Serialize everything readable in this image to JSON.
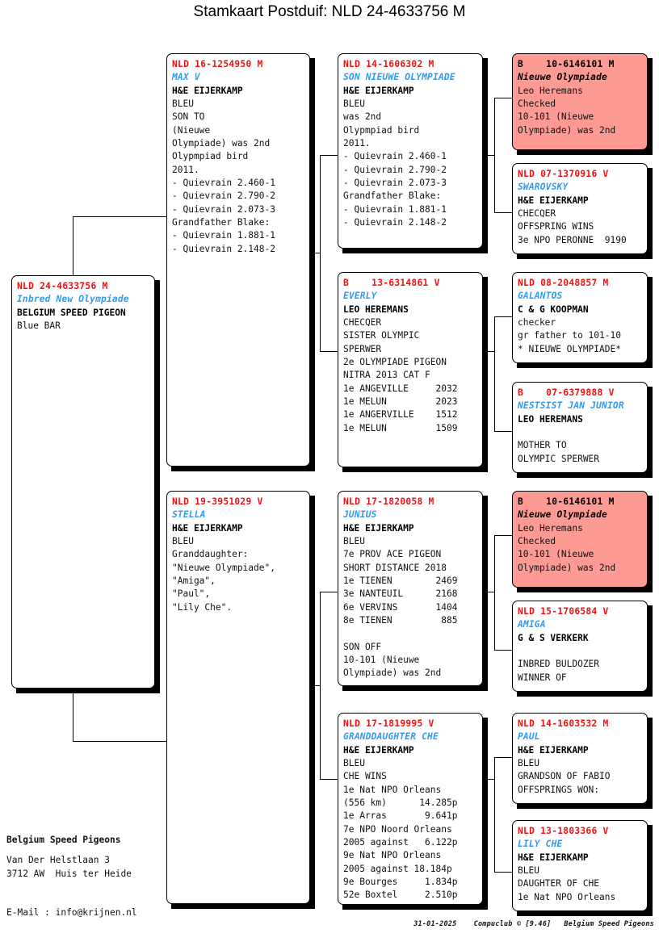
{
  "header": {
    "title": "Stamkaart Postduif: NLD 24-4633756 M"
  },
  "colors": {
    "id_red": "#ee1111",
    "nick_blue": "#3399ee",
    "highlight_pink": "#fc9a93",
    "text_black": "#111111"
  },
  "subject": {
    "id": "NLD 24-4633756 M",
    "nickname": "Inbred New Olympiade",
    "lines": [
      "BELGIUM SPEED PIGEON",
      "Blue BAR"
    ],
    "highlight": false
  },
  "generation2": [
    {
      "id": "NLD 16-1254950 M",
      "nickname": "MAX V",
      "lines": [
        "H&E EIJERKAMP",
        "BLEU",
        "SON TO",
        "(Nieuwe",
        "Olympiade) was 2nd",
        "Olypmpiad bird",
        "2011.",
        "- Quievrain 2.460-1",
        "- Quievrain 2.790-2",
        "- Quievrain 2.073-3",
        "Grandfather Blake:",
        "- Quievrain 1.881-1",
        "- Quievrain 2.148-2"
      ],
      "highlight": false
    },
    {
      "id": "NLD 19-3951029 V",
      "nickname": "STELLA",
      "lines": [
        "H&E EIJERKAMP",
        "BLEU",
        "Granddaughter:",
        "\"Nieuwe Olympiade\",",
        "\"Amiga\",",
        "\"Paul\",",
        "\"Lily Che\"."
      ],
      "highlight": false
    }
  ],
  "generation3": [
    {
      "id": "NLD 14-1606302 M",
      "nickname": "SON NIEUWE OLYMPIADE",
      "lines": [
        "H&E EIJERKAMP",
        "BLEU",
        "was 2nd",
        "Olypmpiad bird",
        "2011.",
        "- Quievrain 2.460-1",
        "- Quievrain 2.790-2",
        "- Quievrain 2.073-3",
        "Grandfather Blake:",
        "- Quievrain 1.881-1",
        "- Quievrain 2.148-2"
      ],
      "highlight": false
    },
    {
      "id": "B    13-6314861 V",
      "nickname": "EVERLY",
      "lines": [
        "LEO HEREMANS",
        "CHECQER",
        "SISTER OLYMPIC",
        "SPERWER",
        "2e OLYMPIADE PIGEON",
        "NITRA 2013 CAT F",
        "1e ANGEVILLE     2032",
        "1e MELUN         2023",
        "1e ANGERVILLE    1512",
        "1e MELUN         1509"
      ],
      "highlight": false
    },
    {
      "id": "NLD 17-1820058 M",
      "nickname": "JUNIUS",
      "lines": [
        "H&E EIJERKAMP",
        "BLEU",
        "7e PROV ACE PIGEON",
        "SHORT DISTANCE 2018",
        "1e TIENEN        2469",
        "3e NANTEUIL      2168",
        "6e VERVINS       1404",
        "8e TIENEN         885",
        "",
        "SON OFF",
        "10-101 (Nieuwe",
        "Olympiade) was 2nd"
      ],
      "highlight": false
    },
    {
      "id": "NLD 17-1819995 V",
      "nickname": "GRANDDAUGHTER CHE",
      "lines": [
        "H&E EIJERKAMP",
        "BLEU",
        "CHE WINS",
        "1e Nat NPO Orleans",
        "(556 km)      14.285p",
        "1e Arras       9.641p",
        "7e NPO Noord Orleans",
        "2005 against   6.122p",
        "9e Nat NPO Orleans",
        "2005 against 18.184p",
        "9e Bourges     1.834p",
        "52e Boxtel     2.510p"
      ],
      "highlight": false
    }
  ],
  "generation4": [
    {
      "id": "B    10-6146101 M",
      "nickname": "Nieuwe Olympiade",
      "lines": [
        "Leo Heremans",
        "Checked",
        "10-101 (Nieuwe",
        "Olympiade) was 2nd"
      ],
      "highlight": true
    },
    {
      "id": "NLD 07-1370916 V",
      "nickname": "SWAROVSKY",
      "lines": [
        "H&E EIJERKAMP",
        "CHECQER",
        "OFFSPRING WINS",
        "3e NPO PERONNE  9190"
      ],
      "highlight": false
    },
    {
      "id": "NLD 08-2048857 M",
      "nickname": "GALANTOS",
      "lines": [
        "C & G KOOPMAN",
        "checker",
        "gr father to 101-10",
        "* NIEUWE OLYMPIADE*"
      ],
      "highlight": false
    },
    {
      "id": "B    07-6379888 V",
      "nickname": "NESTSIST JAN JUNIOR",
      "lines": [
        "LEO HEREMANS",
        "",
        "MOTHER TO",
        "OLYMPIC SPERWER"
      ],
      "highlight": false
    },
    {
      "id": "B    10-6146101 M",
      "nickname": "Nieuwe Olympiade",
      "lines": [
        "Leo Heremans",
        "Checked",
        "10-101 (Nieuwe",
        "Olympiade) was 2nd"
      ],
      "highlight": true
    },
    {
      "id": "NLD 15-1706584 V",
      "nickname": "AMIGA",
      "lines": [
        "G & S VERKERK",
        "",
        "INBRED BULDOZER",
        "WINNER OF"
      ],
      "highlight": false
    },
    {
      "id": "NLD 14-1603532 M",
      "nickname": "PAUL",
      "lines": [
        "H&E EIJERKAMP",
        "BLEU",
        "GRANDSON OF FABIO",
        "OFFSPRINGS WON:"
      ],
      "highlight": false
    },
    {
      "id": "NLD 13-1803366 V",
      "nickname": "LILY CHE",
      "lines": [
        "H&E EIJERKAMP",
        "BLEU",
        "DAUGHTER OF CHE",
        "1e Nat NPO Orleans"
      ],
      "highlight": false
    }
  ],
  "footer": {
    "owner": "Belgium Speed Pigeons",
    "street": "Van Der Helstlaan 3",
    "city": "3712 AW  Huis ter Heide",
    "email": "E-Mail : info@krijnen.nl",
    "credit": "31-01-2025    Compuclub © [9.46]   Belgium Speed Pigeons"
  }
}
